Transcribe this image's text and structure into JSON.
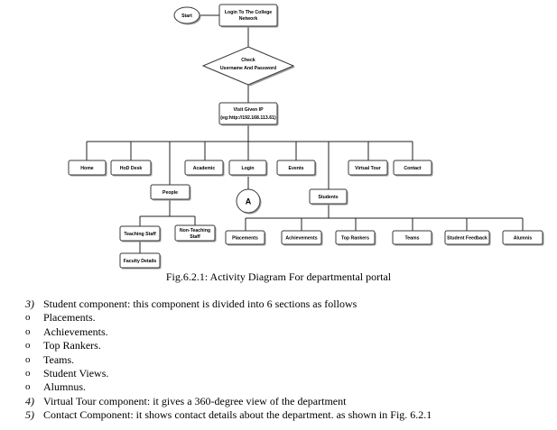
{
  "diagram": {
    "start": "Start",
    "login_college": [
      "Login To The College",
      "Network"
    ],
    "check": [
      "Check",
      "Username And Password"
    ],
    "visit_ip": [
      "Visit Given IP",
      "(eg:http://192.168.113.61)"
    ],
    "top_nodes": [
      "Home",
      "HoD Desk",
      "Academic",
      "Login",
      "Events",
      "Virtual Tour",
      "Contact"
    ],
    "people": "People",
    "students": "Students",
    "connector_a": "A",
    "teaching_staff": "Teaching Staff",
    "non_teaching_staff": [
      "Non-Teaching",
      "Staff"
    ],
    "faculty_details": "Faculty Details",
    "student_nodes": [
      "Placements",
      "Achievements",
      "Top Rankers",
      "Teams",
      "Student Feedback",
      "Alumnis"
    ]
  },
  "caption": "Fig.6.2.1: Activity Diagram For departmental portal",
  "list": [
    {
      "marker": "3)",
      "text": "Student component: this component is divided into 6 sections as follows"
    },
    {
      "marker": "o",
      "text": "Placements."
    },
    {
      "marker": "o",
      "text": "Achievements."
    },
    {
      "marker": "o",
      "text": "Top Rankers."
    },
    {
      "marker": "o",
      "text": "Teams."
    },
    {
      "marker": "o",
      "text": "Student Views."
    },
    {
      "marker": "o",
      "text": "Alumnus."
    },
    {
      "marker": "4)",
      "text": "Virtual Tour component: it gives a 360-degree view of the department"
    },
    {
      "marker": "5)",
      "text": "Contact Component: it shows contact details about the department. as shown in Fig. 6.2.1"
    }
  ]
}
